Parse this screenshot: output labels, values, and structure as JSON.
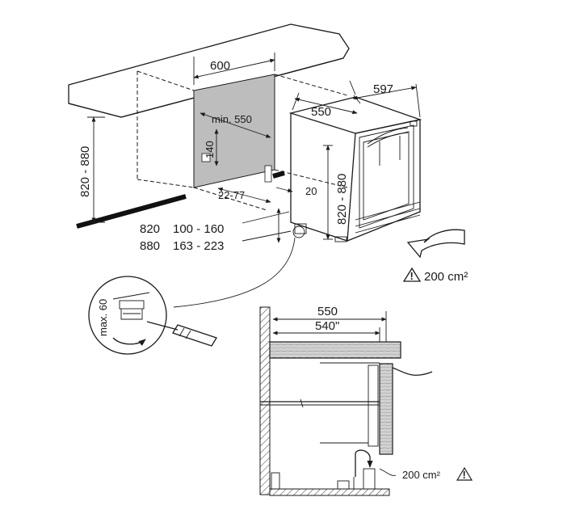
{
  "dimensions": {
    "niche_width": "600",
    "appliance_width": "597",
    "appliance_depth": "550",
    "min_depth": "min. 550",
    "niche_height_range": "820 - 880",
    "appliance_height_range": "820 - 880",
    "vent_height": "140",
    "plinth_setback": "22-77",
    "plinth_offset": "20",
    "height_820": "820",
    "plinth_820_range": "100 - 160",
    "height_880": "880",
    "plinth_880_range": "163 - 223",
    "foot_adjust": "max. 60"
  },
  "ventilation": {
    "upper_area": "200 cm²",
    "lower_area": "200 cm²",
    "warning_icon": "warning-triangle-icon"
  },
  "section_view": {
    "depth_outer": "550",
    "depth_inner": "540\""
  },
  "colors": {
    "line": "#1a1a1a",
    "niche_shade": "#bdbdbd",
    "worktop_wood": "#c9c9c9"
  }
}
